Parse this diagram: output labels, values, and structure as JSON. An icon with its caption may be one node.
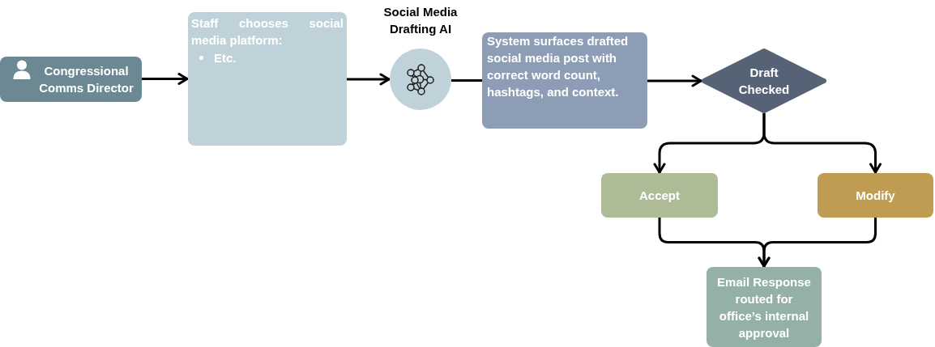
{
  "diagram": {
    "nodes": [
      {
        "text": [
          "Congressional Comms Director"
        ]
      },
      {
        "text": [
          "Staff chooses social media platform:",
          "Etc."
        ]
      },
      {
        "text": [
          "Social Media Drafting AI"
        ]
      },
      {
        "text": [
          "System surfaces drafted social media post with correct word count, hashtags, and context."
        ]
      },
      {
        "text": [
          "Draft Checked"
        ]
      },
      {
        "text": [
          "Accept"
        ]
      },
      {
        "text": [
          "Modify"
        ]
      },
      {
        "text": [
          "Email Response routed for office’s internal approval"
        ]
      }
    ],
    "edges": [
      {
        "from": 0,
        "to": 1,
        "arrow": "to"
      },
      {
        "from": 1,
        "to": 2,
        "arrow": "to"
      },
      {
        "from": 2,
        "to": 3,
        "arrow": "none"
      },
      {
        "from": 3,
        "to": 4,
        "arrow": "to"
      },
      {
        "from": 4,
        "to": 5,
        "arrow": "to"
      },
      {
        "from": 4,
        "to": 6,
        "arrow": "to"
      },
      {
        "from": 5,
        "to": 7,
        "arrow": "to"
      },
      {
        "from": 6,
        "to": 7,
        "arrow": "to"
      }
    ]
  }
}
